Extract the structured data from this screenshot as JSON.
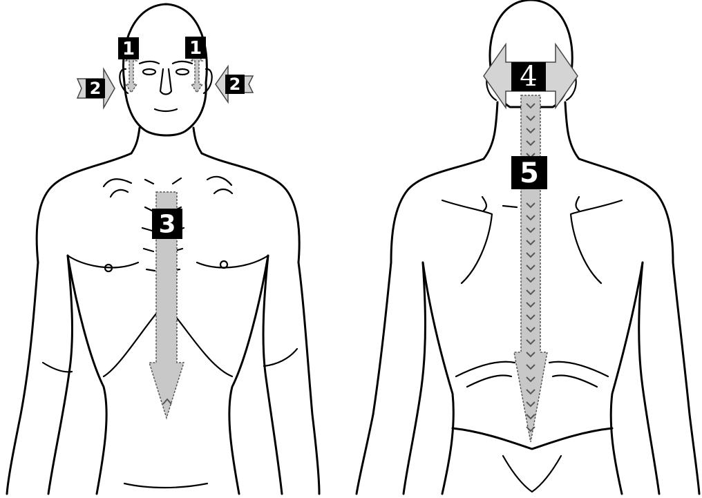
{
  "markers": {
    "m1_left": "1",
    "m1_right": "1",
    "m2_left": "2",
    "m2_right": "2",
    "m3": "3",
    "m4": "4",
    "m5": "5"
  },
  "colors": {
    "badge": "#000000",
    "badge_text": "#ffffff",
    "arrow_fill": "#c8c8c8",
    "outline": "#000000"
  }
}
